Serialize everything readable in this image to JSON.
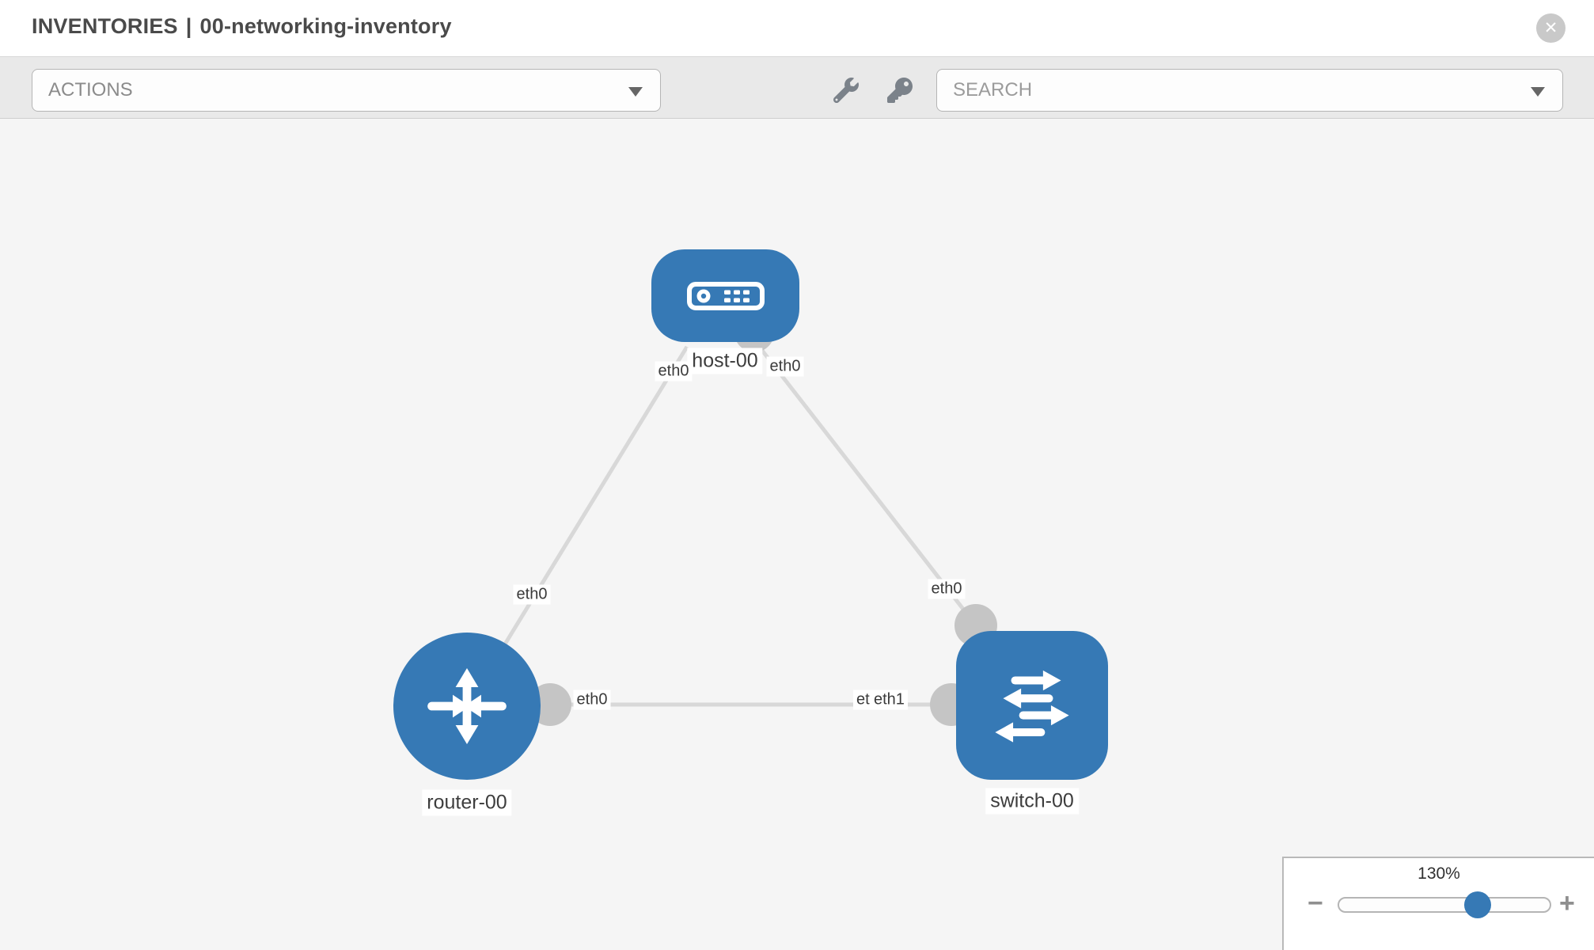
{
  "header": {
    "section": "INVENTORIES",
    "separator": "|",
    "inventory_name": "00-networking-inventory",
    "close_glyph": "✕"
  },
  "toolbar": {
    "actions_dropdown": {
      "label": "ACTIONS"
    },
    "search_dropdown": {
      "placeholder": "SEARCH"
    },
    "icons": [
      "wrench-icon",
      "key-icon"
    ]
  },
  "canvas": {
    "nodes": [
      {
        "id": "host-00",
        "type": "host",
        "label": "host-00"
      },
      {
        "id": "router-00",
        "type": "router",
        "label": "router-00"
      },
      {
        "id": "switch-00",
        "type": "switch",
        "label": "switch-00"
      }
    ],
    "links": [
      {
        "from": "router-00",
        "to": "host-00",
        "from_interface": "eth0",
        "to_interface": "eth0"
      },
      {
        "from": "host-00",
        "to": "switch-00",
        "from_interface": "eth0",
        "to_interface": "eth0"
      },
      {
        "from": "router-00",
        "to": "switch-00",
        "from_interface": "eth0",
        "to_interface": "eth1"
      }
    ],
    "iface": {
      "host_left": "eth0",
      "host_right": "eth0",
      "link_router_host_mid": "eth0",
      "link_host_switch_mid": "eth0",
      "bottom_near_router": "eth0",
      "bottom_near_switch_under": "eth0",
      "bottom_near_switch_over": "eth1"
    }
  },
  "zoom_control": {
    "level": "130%",
    "minus_glyph": "−",
    "plus_glyph": "+"
  },
  "colors": {
    "node_blue": "#3679b5",
    "link_gray": "#d8d8d8",
    "connector_gray": "#c5c5c5",
    "canvas_bg": "#f5f5f5",
    "toolbar_bg": "#e9e9e9"
  }
}
